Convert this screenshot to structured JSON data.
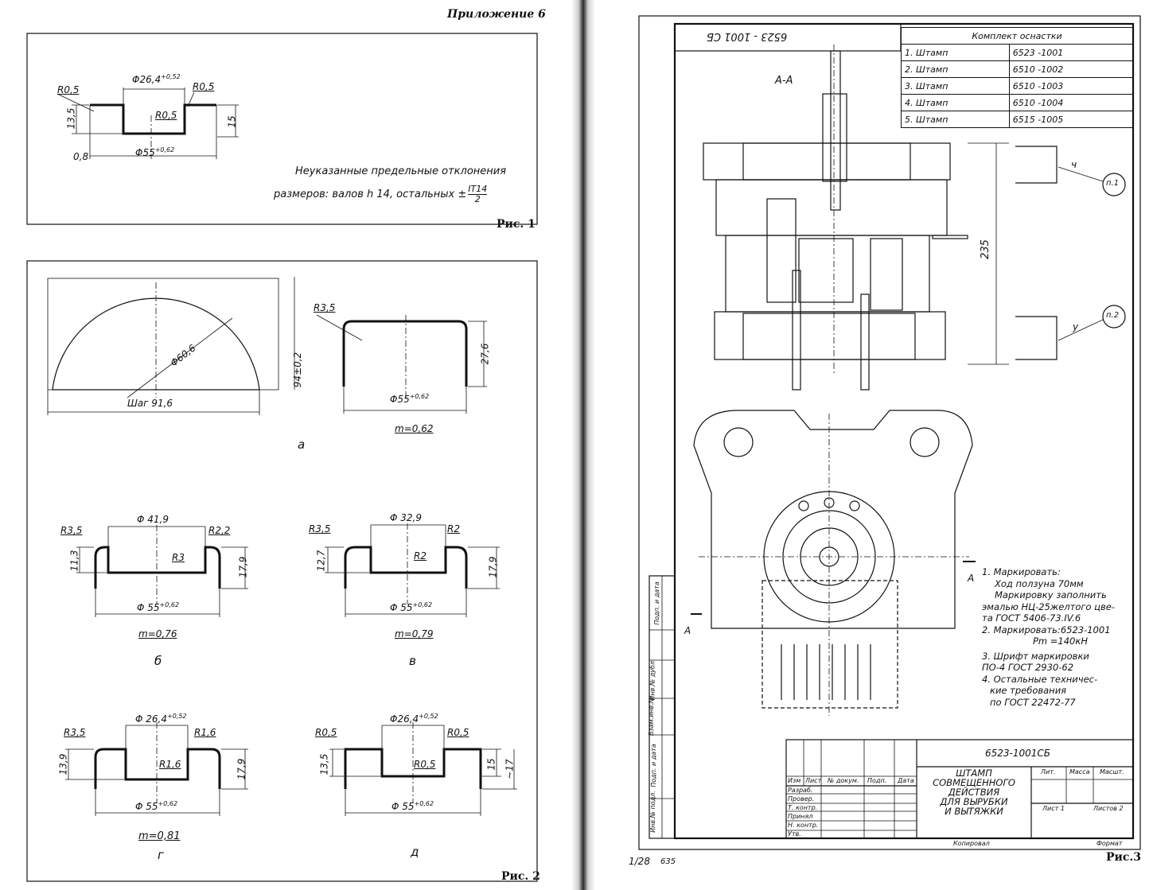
{
  "left_page": {
    "appendix_label": "Приложение 6",
    "fig1": {
      "caption": "Рис. 1",
      "dims": {
        "d_inner": "Φ26,4",
        "d_inner_tol": "+0,52",
        "d_outer": "Φ55",
        "d_outer_tol": "+0,62",
        "r_left": "R0,5",
        "r_right": "R0,5",
        "r_mid": "R0,5",
        "h_left": "13,5",
        "h_right": "15",
        "thickness": "0,8"
      },
      "note_line1": "Неуказанные предельные отклонения",
      "note_line2": "размеров: валов  h 14, остальных ±",
      "note_frac_num": "IT14",
      "note_frac_den": "2"
    },
    "fig2": {
      "caption": "Рис. 2",
      "a": {
        "label": "а",
        "segment_dia": "Φ60,6",
        "pitch": "Шаг 91,6",
        "height": "94±0,2",
        "cup_radius": "R3,5",
        "cup_height": "27,6",
        "cup_dia": "Φ55",
        "cup_dia_tol": "+0,62",
        "m": "m=0,62"
      },
      "b": {
        "label": "б",
        "d_inner": "Φ 41,9",
        "r_outer": "R3,5",
        "r_right": "R2,2",
        "r_mid": "R3",
        "h_left": "11,3",
        "h_right": "17,9",
        "d_outer": "Φ 55",
        "d_outer_tol": "+0,62",
        "m": "m=0,76"
      },
      "v": {
        "label": "в",
        "d_inner": "Φ 32,9",
        "r_outer": "R3,5",
        "r_right": "R2",
        "r_mid": "R2",
        "h_left": "12,7",
        "h_right": "17,9",
        "d_outer": "Φ 55",
        "d_outer_tol": "+0,62",
        "m": "m=0,79"
      },
      "g": {
        "label": "г",
        "d_inner": "Φ 26,4",
        "d_inner_tol": "+0,52",
        "r_outer": "R3,5",
        "r_right": "R1,6",
        "r_mid": "R1,6",
        "h_left": "13,9",
        "h_right": "17,9",
        "d_outer": "Φ 55",
        "d_outer_tol": "+0,62",
        "m": "m=0,81"
      },
      "d": {
        "label": "д",
        "d_inner": "Φ26,4",
        "d_inner_tol": "+0,52",
        "r_outer": "R0,5",
        "r_right": "R0,5",
        "r_mid": "R0,5",
        "h_left": "13,5",
        "h_right": "15",
        "h_total": "~17",
        "d_outer": "Φ 55",
        "d_outer_tol": "+0,62"
      }
    }
  },
  "right_page": {
    "caption": "Рис.3",
    "footer_page": "1/28",
    "footer_num": "635",
    "stamp_upside": "6523 - 1001 СБ",
    "section_label": "А-А",
    "kit_table": {
      "title": "Комплект оснастки",
      "rows": [
        {
          "name": "1. Штамп",
          "code": "6523 -1001"
        },
        {
          "name": "2. Штамп",
          "code": "6510 -1002"
        },
        {
          "name": "3. Штамп",
          "code": "6510 -1003"
        },
        {
          "name": "4. Штамп",
          "code": "6510 -1004"
        },
        {
          "name": "5. Штамп",
          "code": "6515 -1005"
        }
      ]
    },
    "dimension_235": "235",
    "pos1": "п.1",
    "pos2": "п.2",
    "mark_ch": "ч",
    "mark_u": "у",
    "section_mark_left": "А",
    "section_mark_right": "А",
    "notes": [
      "1. Маркировать:",
      "Ход ползуна 70мм",
      "Маркировку заполнить",
      "эмалью НЦ-25желтого цве-",
      "та ГОСТ 5406-73.IV.6",
      "2. Маркировать:6523-1001",
      "Pm =140кН",
      "3. Шрифт маркировки",
      "ПО-4 ГОСТ 2930-62",
      "4. Остальные техничес-",
      "кие требования",
      "по ГОСТ 22472-77"
    ],
    "title_block": {
      "doc_code": "6523-1001СБ",
      "title_l1": "ШТАМП",
      "title_l2": "СОВМЕЩЕННОГО ДЕЙСТВИЯ",
      "title_l3": "ДЛЯ ВЫРУБКИ",
      "title_l4": "И ВЫТЯЖКИ",
      "col_izm": "Изм",
      "col_list": "Лист",
      "col_doc": "№ докум.",
      "col_sign": "Подп.",
      "col_date": "Дата",
      "rows": [
        "Разраб.",
        "Провер.",
        "Т. контр.",
        "Принял",
        "Н. контр.",
        "Утв."
      ],
      "lit": "Лит.",
      "mass": "Масса",
      "scale": "Масшт.",
      "sheet": "Лист 1",
      "sheets": "Листов 2",
      "copied": "Копировал",
      "format": "Формат"
    },
    "side_strip": [
      "Инв.№ подл.",
      "Подп. и дата",
      "Взам.инв.№",
      "Инв.№ дубл.",
      "Подп. и дата"
    ]
  }
}
